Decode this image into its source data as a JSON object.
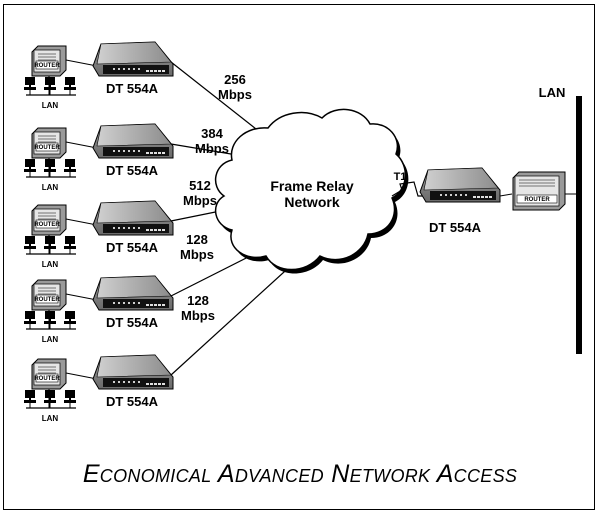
{
  "device_label": "DT 554A",
  "router_label": "ROUTER",
  "lan_label": "LAN",
  "cloud": {
    "line1": "Frame Relay",
    "line2": "Network"
  },
  "link_t1": "T1",
  "lan_backbone_label": "LAN",
  "sites": [
    {
      "speed": "256",
      "unit": "Mbps"
    },
    {
      "speed": "384",
      "unit": "Mbps"
    },
    {
      "speed": "512",
      "unit": "Mbps"
    },
    {
      "speed": "128",
      "unit": "Mbps"
    },
    {
      "speed": "128",
      "unit": "Mbps"
    }
  ],
  "caption": {
    "w1_cap": "E",
    "w1_rest": "CONOMICAL",
    "w2_cap": "A",
    "w2_rest": "DVANCED",
    "w3_cap": "N",
    "w3_rest": "ETWORK",
    "w4_cap": "A",
    "w4_rest": "CCESS"
  },
  "colors": {
    "line": "#000000",
    "modem_body": "#8a8a8a",
    "modem_top": "#bdbdbd",
    "modem_face": "#111111",
    "cloud_fill": "#ffffff"
  }
}
